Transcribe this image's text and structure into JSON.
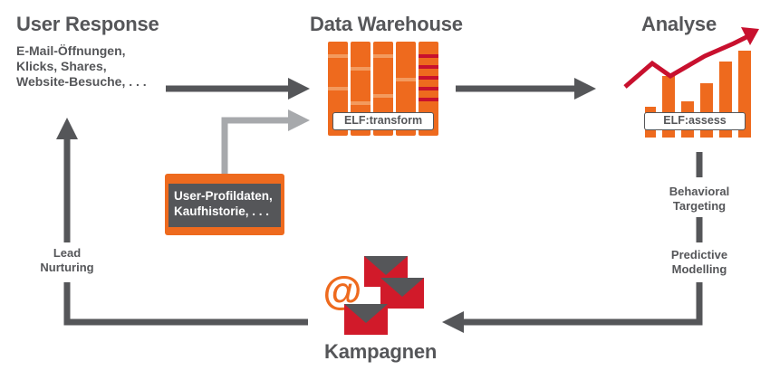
{
  "nodes": {
    "user_response": {
      "title": "User Response",
      "lines": [
        "E-Mail-Öffnungen,",
        "Klicks, Shares,",
        "Website-Besuche, . . ."
      ]
    },
    "data_warehouse": {
      "title": "Data Warehouse",
      "tag": "ELF:transform"
    },
    "analyse": {
      "title": "Analyse",
      "tag": "ELF:assess"
    },
    "user_profile": {
      "lines": [
        "User-Profildaten,",
        "Kaufhistorie, . . ."
      ]
    },
    "kampagnen": {
      "title": "Kampagnen",
      "at_symbol": "@"
    }
  },
  "edge_labels": {
    "lead_nurturing": [
      "Lead",
      "Nurturing"
    ],
    "behavioral_targeting": [
      "Behavioral",
      "Targeting"
    ],
    "predictive_modelling": [
      "Predictive",
      "Modelling"
    ]
  },
  "colors": {
    "text_gray": "#555659",
    "arrow_dark": "#555659",
    "arrow_light": "#a7a9ac",
    "orange": "#ee6a1e",
    "orange_light": "#f39a5e",
    "red": "#c8102e",
    "envelope_red": "#d11a2a"
  }
}
